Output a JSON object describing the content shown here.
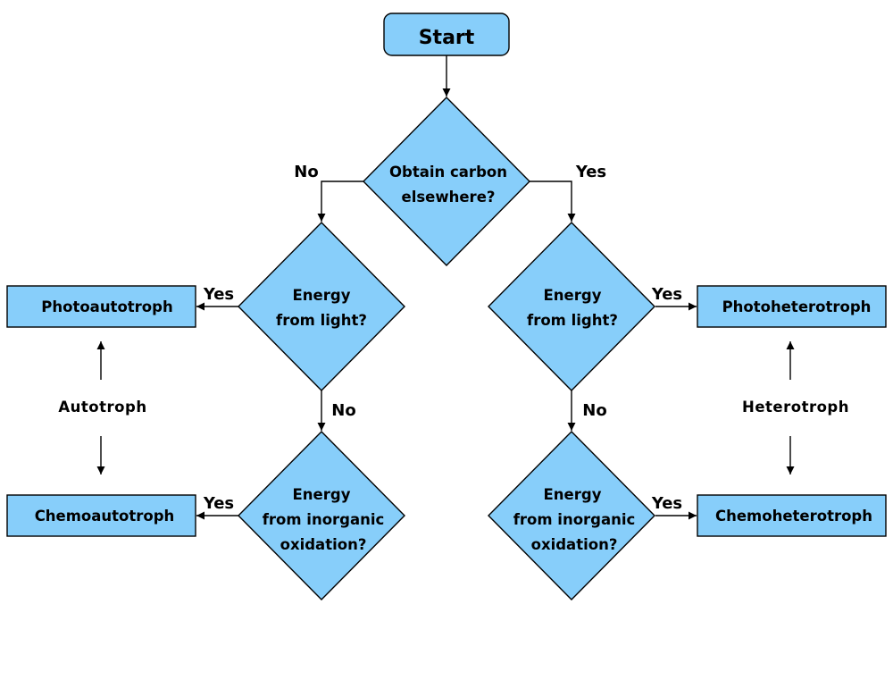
{
  "nodes": {
    "start": {
      "label": "Start"
    },
    "carbon_decision": {
      "lines": [
        "Obtain carbon",
        "elsewhere?"
      ]
    },
    "light_left": {
      "lines": [
        "Energy",
        "from light?"
      ]
    },
    "light_right": {
      "lines": [
        "Energy",
        "from light?"
      ]
    },
    "inorganic_left": {
      "lines": [
        "Energy",
        "from inorganic",
        "oxidation?"
      ]
    },
    "inorganic_right": {
      "lines": [
        "Energy",
        "from inorganic",
        "oxidation?"
      ]
    },
    "photoautotroph": {
      "label": "Photoautotroph"
    },
    "photoheterotroph": {
      "label": "Photoheterotroph"
    },
    "chemoautotroph": {
      "label": "Chemoautotroph"
    },
    "chemoheterotroph": {
      "label": "Chemoheterotroph"
    }
  },
  "edge_labels": {
    "carbon_no": "No",
    "carbon_yes": "Yes",
    "light_left_yes": "Yes",
    "light_right_yes": "Yes",
    "light_left_no": "No",
    "light_right_no": "No",
    "inorganic_left_yes": "Yes",
    "inorganic_right_yes": "Yes"
  },
  "groups": {
    "autotroph": "Autotroph",
    "heterotroph": "Heterotroph"
  },
  "colors": {
    "node_fill": "#87cefa",
    "stroke": "#000000"
  }
}
